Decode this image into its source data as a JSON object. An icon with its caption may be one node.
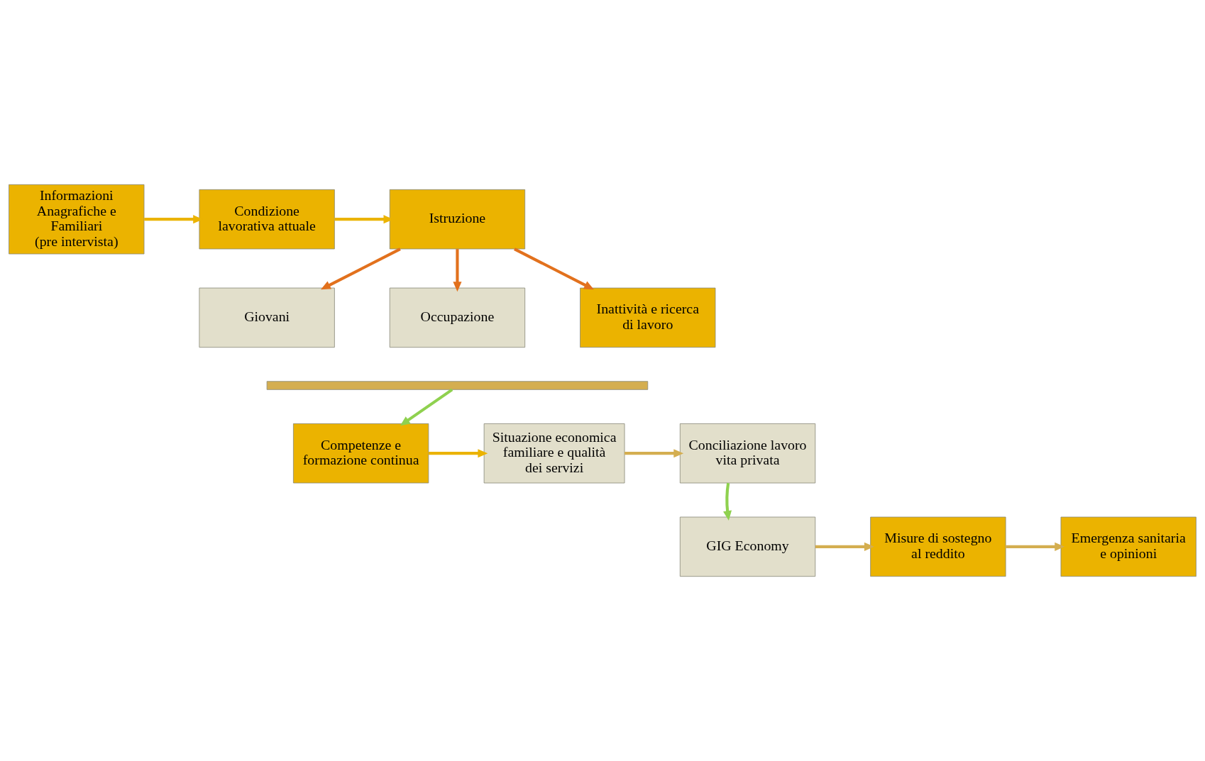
{
  "diagram": {
    "nodes": [
      {
        "text": [
          "Informazioni Anagrafiche e Familiari",
          "(pre intervista)"
        ]
      },
      {
        "text": [
          "Condizione lavorativa attuale"
        ]
      },
      {
        "text": [
          "Istruzione"
        ]
      },
      {
        "text": [
          "Giovani"
        ]
      },
      {
        "text": [
          "Occupazione"
        ]
      },
      {
        "text": [
          "Inattività e ricerca di lavoro"
        ]
      },
      {
        "text": [],
        "shape": "bar"
      },
      {
        "text": [
          "Competenze e formazione continua"
        ]
      },
      {
        "text": [
          "Situazione economica familiare e qualità dei servizi"
        ]
      },
      {
        "text": [
          "Conciliazione lavoro vita privata"
        ]
      },
      {
        "text": [
          "GIG Economy"
        ]
      },
      {
        "text": [
          "Misure di sostegno al reddito"
        ]
      },
      {
        "text": [
          "Emergenza sanitaria e opinioni"
        ]
      }
    ],
    "edges": [
      {
        "from": 0,
        "to": 1,
        "arrow": "to"
      },
      {
        "from": 1,
        "to": 2,
        "arrow": "to"
      },
      {
        "from": 2,
        "to": 3,
        "arrow": "to",
        "color": "#e2711d"
      },
      {
        "from": 2,
        "to": 4,
        "arrow": "to",
        "color": "#e2711d"
      },
      {
        "from": 2,
        "to": 5,
        "arrow": "to",
        "color": "#e2711d"
      },
      {
        "from": 6,
        "to": 7,
        "arrow": "to",
        "color": "#8fd14f"
      },
      {
        "from": 7,
        "to": 8,
        "arrow": "to"
      },
      {
        "from": 8,
        "to": 9,
        "arrow": "to",
        "color": "#d4ae50"
      },
      {
        "from": 9,
        "to": 10,
        "arrow": "to",
        "color": "#8fd14f"
      },
      {
        "from": 10,
        "to": 11,
        "arrow": "to",
        "color": "#d4ae50"
      },
      {
        "from": 11,
        "to": 12,
        "arrow": "to",
        "color": "#d4ae50"
      }
    ]
  }
}
